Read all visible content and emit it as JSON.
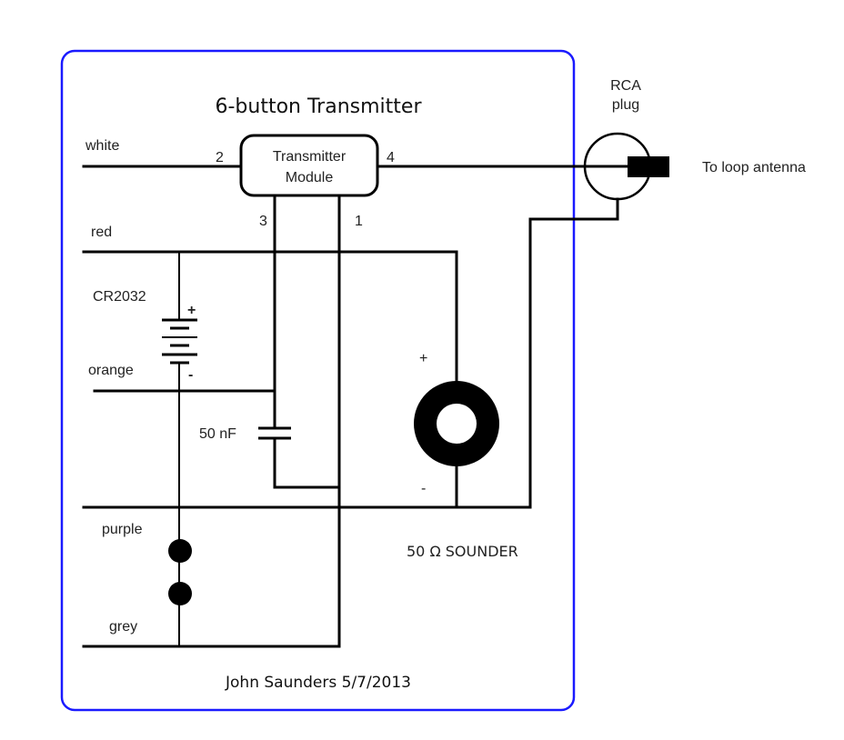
{
  "title": "6-button Transmitter",
  "signature": "John Saunders 5/7/2013",
  "colors": {
    "enclosure_border": "#1a1aff",
    "wire": "#000000",
    "text": "#222222"
  },
  "module": {
    "label_line1": "Transmitter",
    "label_line2": "Module",
    "pins": {
      "p1": "1",
      "p2": "2",
      "p3": "3",
      "p4": "4"
    }
  },
  "wires": {
    "white": "white",
    "red": "red",
    "orange": "orange",
    "purple": "purple",
    "grey": "grey"
  },
  "battery": {
    "label": "CR2032",
    "plus": "+",
    "minus": "-"
  },
  "capacitor": {
    "label": "50 nF"
  },
  "sounder": {
    "label": "50 Ω SOUNDER",
    "plus": "+",
    "minus": "-"
  },
  "rca": {
    "label_line1": "RCA",
    "label_line2": "plug",
    "destination": "To loop antenna"
  },
  "icons": {
    "battery": "battery-icon",
    "capacitor": "capacitor-icon",
    "sounder": "sounder-icon",
    "button_contacts": "button-contact-icon",
    "rca_plug": "rca-plug-icon"
  }
}
